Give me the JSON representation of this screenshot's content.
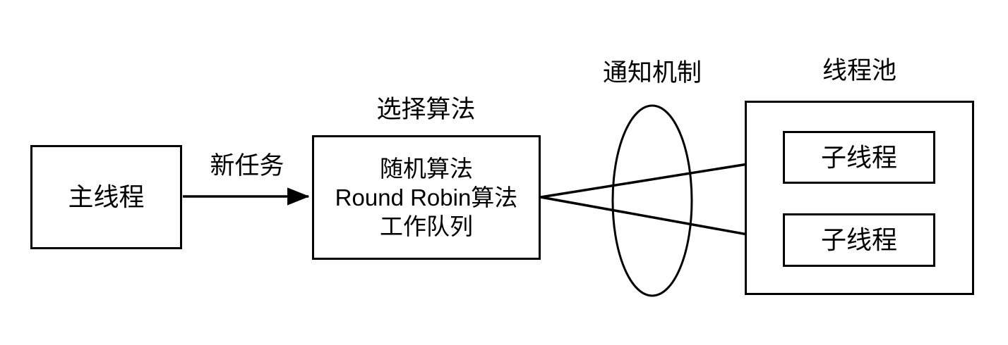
{
  "diagram": {
    "background_color": "#ffffff",
    "stroke_color": "#000000",
    "main_thread_box": {
      "label": "主线程"
    },
    "new_task_arrow": {
      "label": "新任务"
    },
    "algorithm_box": {
      "title": "选择算法",
      "lines": [
        "随机算法",
        "Round Robin算法",
        "工作队列"
      ]
    },
    "notification_mechanism": {
      "label": "通知机制",
      "shape": "ellipse"
    },
    "thread_pool": {
      "title": "线程池",
      "children": [
        {
          "label": "子线程"
        },
        {
          "label": "子线程"
        }
      ]
    }
  }
}
